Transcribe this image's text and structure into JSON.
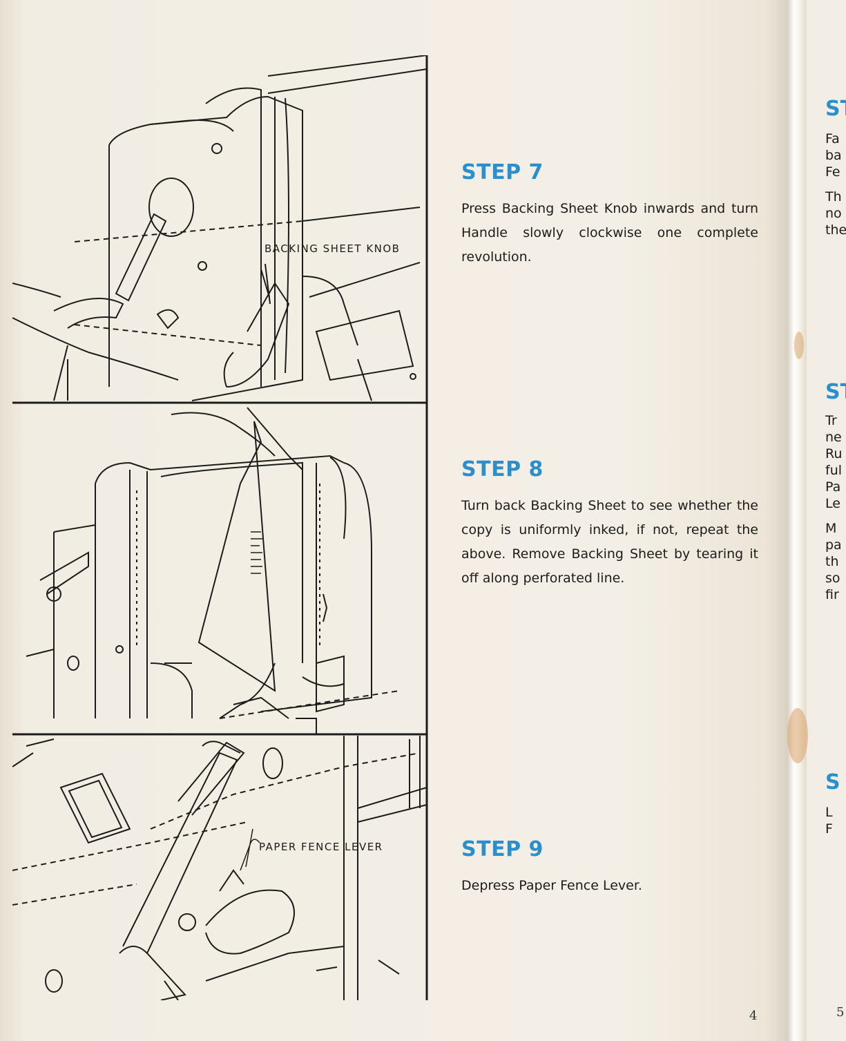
{
  "left_page": {
    "callouts": {
      "backing_sheet_knob": "BACKING SHEET KNOB",
      "paper_fence_lever": "PAPER FENCE LEVER"
    },
    "steps": [
      {
        "title": "STEP 7",
        "text": "Press Backing Sheet Knob inwards and turn Handle slowly clockwise one complete revolution."
      },
      {
        "title": "STEP 8",
        "text": "Turn back Backing Sheet to see whether the copy is uniformly inked, if not, repeat the above. Remove Backing Sheet by tearing it off along perforated line."
      },
      {
        "title": "STEP 9",
        "text": "Depress Paper Fence Lever."
      }
    ],
    "page_number": "4"
  },
  "right_page": {
    "fragments": {
      "title_1": "ST",
      "lines_1": [
        "Fa",
        "ba",
        "Fe",
        "Th",
        "no",
        "the"
      ],
      "title_2": "ST",
      "lines_2": [
        "Tr",
        "ne",
        "Ru",
        "ful",
        "Pa",
        "Le",
        "M",
        "pa",
        "th",
        "so",
        "fir"
      ],
      "title_3": "S",
      "lines_3": [
        "L",
        "F"
      ]
    },
    "page_number": "5"
  }
}
